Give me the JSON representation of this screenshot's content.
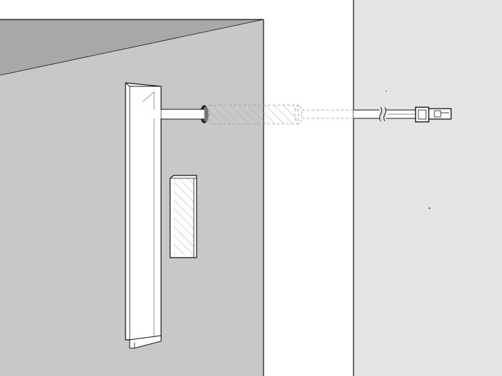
{
  "diagram": {
    "kind": "installation-illustration",
    "text_labels": [],
    "components": [
      "door-panel",
      "mounting-bracket",
      "sensor-block",
      "cable",
      "cable-break-mark",
      "cable-connector"
    ],
    "colors": {
      "door_face": "#c8c8c8",
      "door_top": "#a8a8a8",
      "wall": "#e4e4e4",
      "background": "#ffffff",
      "line": "#111111",
      "hatch": "#aaaaaa"
    }
  }
}
